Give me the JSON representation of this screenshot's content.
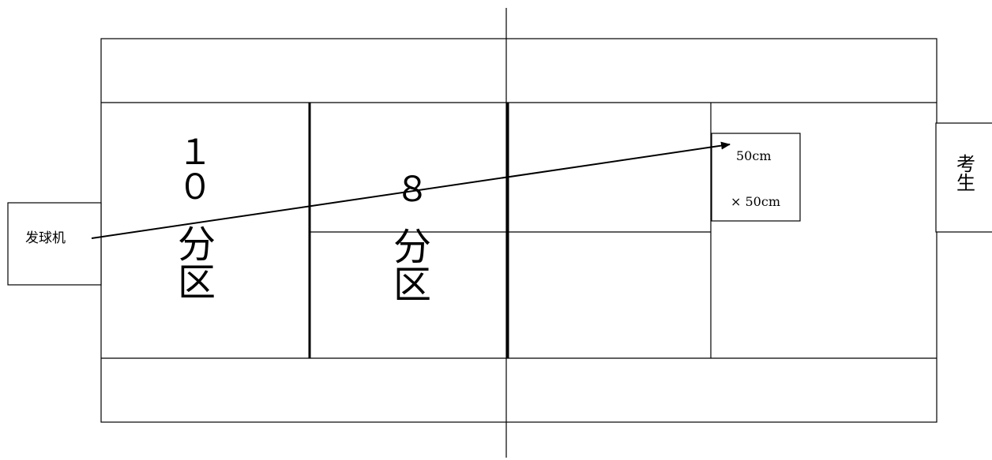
{
  "colors": {
    "line": "#000000",
    "background": "#ffffff"
  },
  "labels": {
    "serve_machine": "发球机",
    "student": "考生",
    "zone10_number": "１０",
    "zone10_text": "分区",
    "zone8_number": "８",
    "zone8_text": "分区",
    "target_line1": "50cm",
    "target_line2": "× 50cm"
  }
}
